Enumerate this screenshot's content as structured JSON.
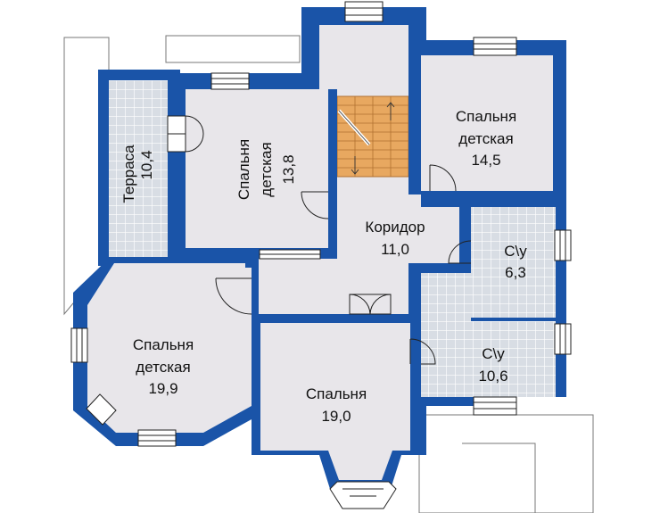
{
  "plan": {
    "colors": {
      "wall": "#1a54a8",
      "floor": "#e8e6ea",
      "tile": "#d8dde4",
      "tile_line": "#ffffff",
      "stair": "#e8a860",
      "stair_line": "#b07030",
      "line": "#222222",
      "window": "#ffffff"
    },
    "rooms": {
      "terrace": {
        "name": "Терраса",
        "area": "10,4"
      },
      "bedroom_kids_1": {
        "name_line1": "Спальня",
        "name_line2": "детская",
        "area": "13,8"
      },
      "bedroom_kids_2": {
        "name_line1": "Спальня",
        "name_line2": "детская",
        "area": "14,5"
      },
      "corridor": {
        "name": "Коридор",
        "area": "11,0"
      },
      "bathroom_1": {
        "name": "С\\у",
        "area": "6,3"
      },
      "bathroom_2": {
        "name": "С\\у",
        "area": "10,6"
      },
      "bedroom_kids_3": {
        "name_line1": "Спальня",
        "name_line2": "детская",
        "area": "19,9"
      },
      "bedroom_main": {
        "name": "Спальня",
        "area": "19,0"
      }
    }
  }
}
